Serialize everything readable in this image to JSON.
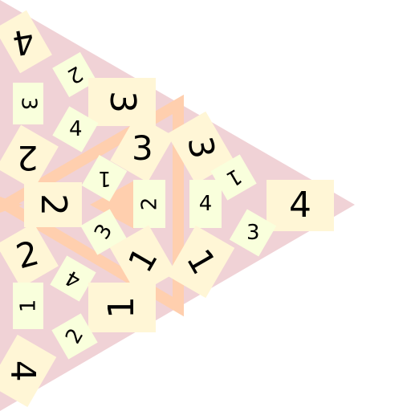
{
  "puzzle": {
    "colors": {
      "outer_triangle": "#f0d2d6",
      "inner_band": "#ffcfae",
      "tile_large": "#fff6d6",
      "tile_small": "#f9ffdc"
    },
    "tiles": [
      {
        "id": "t1",
        "value": "4",
        "size": "large"
      },
      {
        "id": "t2",
        "value": "2",
        "size": "small"
      },
      {
        "id": "t3",
        "value": "3",
        "size": "small"
      },
      {
        "id": "t4",
        "value": "3",
        "size": "large"
      },
      {
        "id": "t5",
        "value": "4",
        "size": "small"
      },
      {
        "id": "t6",
        "value": "2",
        "size": "large"
      },
      {
        "id": "t7",
        "value": "3",
        "size": "large"
      },
      {
        "id": "t8",
        "value": "3",
        "size": "large"
      },
      {
        "id": "t9",
        "value": "1",
        "size": "small"
      },
      {
        "id": "t10",
        "value": "1",
        "size": "small"
      },
      {
        "id": "t11",
        "value": "2",
        "size": "large"
      },
      {
        "id": "t12",
        "value": "2",
        "size": "small"
      },
      {
        "id": "t13",
        "value": "4",
        "size": "small"
      },
      {
        "id": "t14",
        "value": "4",
        "size": "large"
      },
      {
        "id": "t15",
        "value": "3",
        "size": "small"
      },
      {
        "id": "t16",
        "value": "3",
        "size": "small"
      },
      {
        "id": "t17",
        "value": "1",
        "size": "large"
      },
      {
        "id": "t18",
        "value": "1",
        "size": "large"
      },
      {
        "id": "t19",
        "value": "2",
        "size": "large"
      },
      {
        "id": "t20",
        "value": "4",
        "size": "small"
      },
      {
        "id": "t21",
        "value": "1",
        "size": "small"
      },
      {
        "id": "t22",
        "value": "1",
        "size": "large"
      },
      {
        "id": "t23",
        "value": "2",
        "size": "small"
      },
      {
        "id": "t24",
        "value": "4",
        "size": "large"
      }
    ]
  }
}
